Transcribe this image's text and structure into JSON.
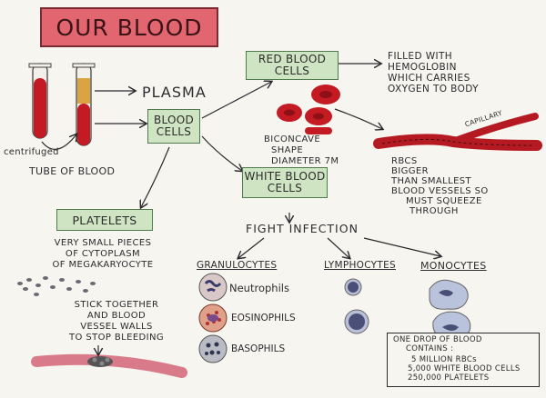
{
  "title": "OUR BLOOD",
  "tube": {
    "centrifuged_label": "centrifuged",
    "caption": "TUBE OF BLOOD"
  },
  "plasma_label": "PLASMA",
  "blood_cells_box": [
    "BLOOD",
    "CELLS"
  ],
  "red_blood_cells_box": [
    "RED BLOOD",
    "CELLS"
  ],
  "white_blood_cells_box": [
    "WHITE BLOOD",
    "CELLS"
  ],
  "platelets_box": "PLATELETS",
  "hemoglobin_text": [
    "FILLED WITH",
    "HEMOGLOBIN",
    "WHICH CARRIES",
    "OXYGEN TO BODY"
  ],
  "biconcave_text": [
    "BICONCAVE",
    "SHAPE",
    "DIAMETER 7µ"
  ],
  "capillary_label": "CAPILLARY",
  "rbc_size_text": [
    "RBCs",
    "BIGGER",
    "THAN SMALLEST",
    "BLOOD VESSELS SO",
    "MUST SQUEEZE",
    "THROUGH"
  ],
  "fight_infection": "FIGHT INFECTION",
  "wbc_types": {
    "granulocytes": "GRANULOCYTES",
    "lymphocytes": "LYMPHOCYTES",
    "monocytes": "MONOCYTES"
  },
  "granulocyte_kinds": [
    "Neutrophils",
    "EOSINOPHILS",
    "BASOPHILS"
  ],
  "platelet_text": [
    "VERY SMALL PIECES",
    "OF CYTOPLASM",
    "OF MEGAKARYOCYTE"
  ],
  "platelet_function": [
    "STICK TOGETHER",
    "AND BLOOD",
    "VESSEL WALLS",
    "TO STOP BLEEDING"
  ],
  "drop_facts": {
    "heading": [
      "ONE DROP OF BLOOD",
      "CONTAINS :"
    ],
    "items": [
      "5 MILLION RBCs",
      "5,000 WHITE BLOOD CELLS",
      "250,000 PLATELETS"
    ]
  },
  "colors": {
    "title_bg": "#e26670",
    "box_green": "#cfe4c2",
    "blood_red": "#c41a24",
    "plasma_yellow": "#d9a441"
  }
}
